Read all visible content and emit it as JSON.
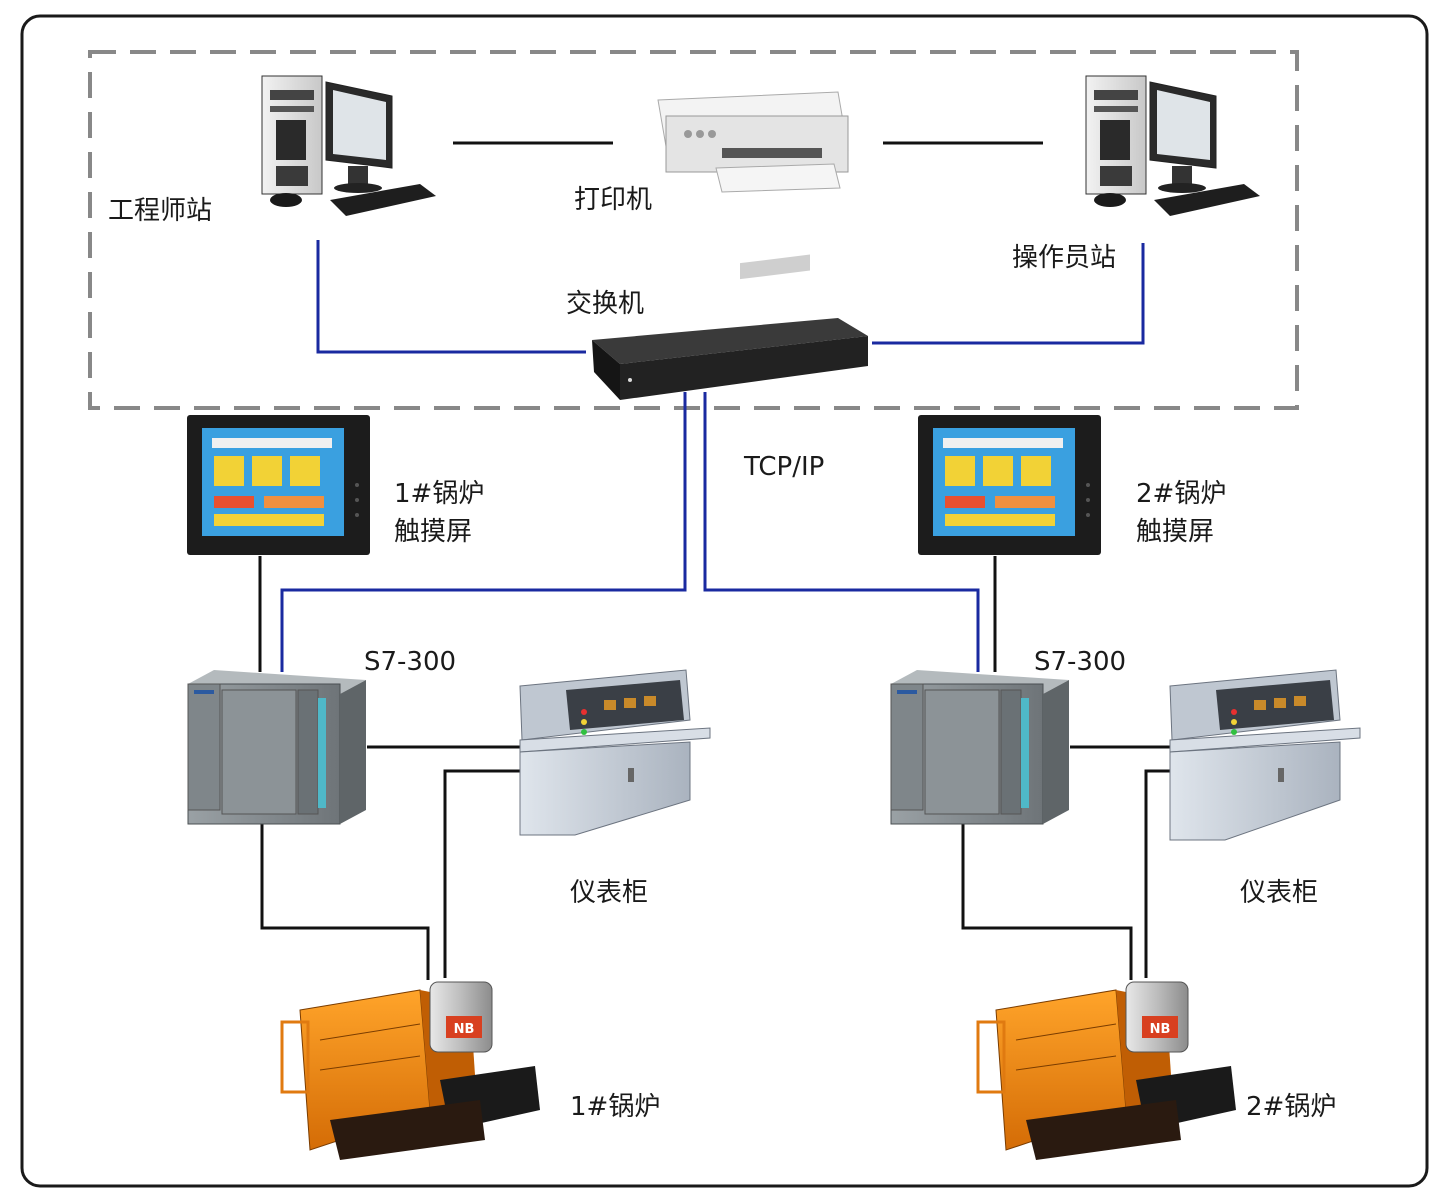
{
  "nodes": {
    "engineer_station": "工程师站",
    "printer": "打印机",
    "operator_station": "操作员站",
    "switch": "交换机",
    "protocol": "TCP/IP",
    "hmi1": [
      "1#锅炉",
      "触摸屏"
    ],
    "hmi2": [
      "2#锅炉",
      "触摸屏"
    ],
    "plc1": "S7-300",
    "plc2": "S7-300",
    "cabinet1": "仪表柜",
    "cabinet2": "仪表柜",
    "boiler1": "1#锅炉",
    "boiler2": "2#锅炉",
    "boiler_plate": "NB"
  },
  "colors": {
    "ethernet_link": "#1a2aa0",
    "signal_link": "#111111",
    "boiler_body": "#f08a10",
    "hmi_screen": "#3aa0e0",
    "plc_body": "#8a9094",
    "cabinet_body": "#c4ccd6"
  }
}
